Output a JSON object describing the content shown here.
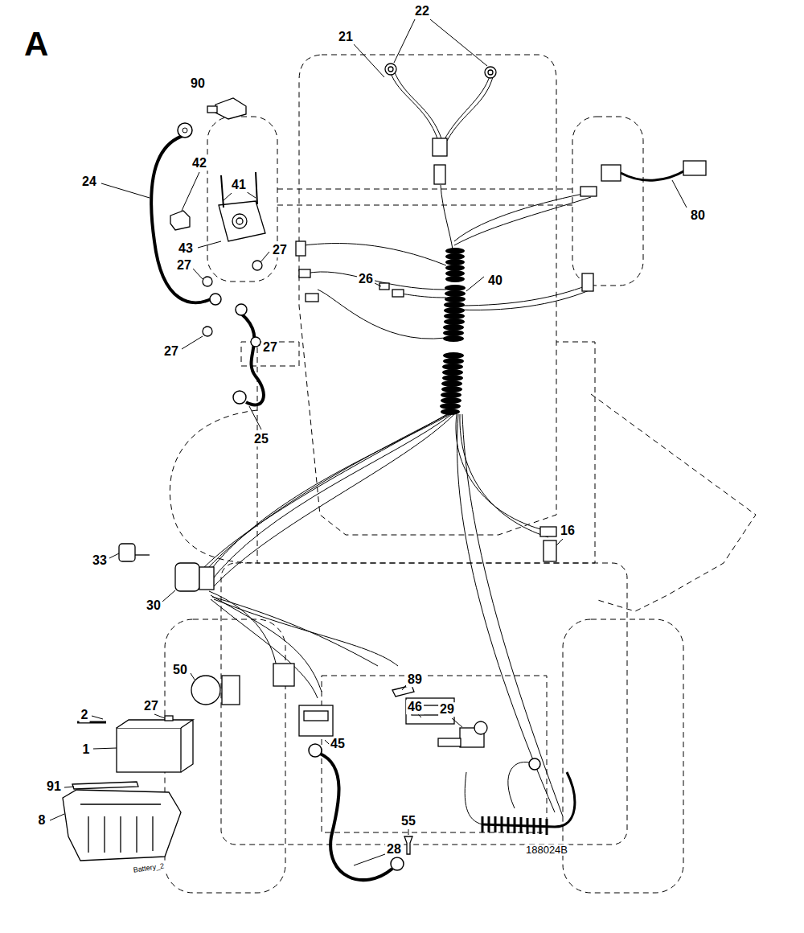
{
  "diagram": {
    "title": "A",
    "labels": [
      "22",
      "21",
      "90",
      "24",
      "42",
      "41",
      "80",
      "43",
      "27",
      "27",
      "40",
      "26",
      "27",
      "27",
      "25",
      "16",
      "33",
      "30",
      "50",
      "2",
      "27",
      "1",
      "89",
      "46",
      "29",
      "45",
      "91",
      "55",
      "28",
      "8",
      "188024B",
      "Battery_2"
    ]
  }
}
